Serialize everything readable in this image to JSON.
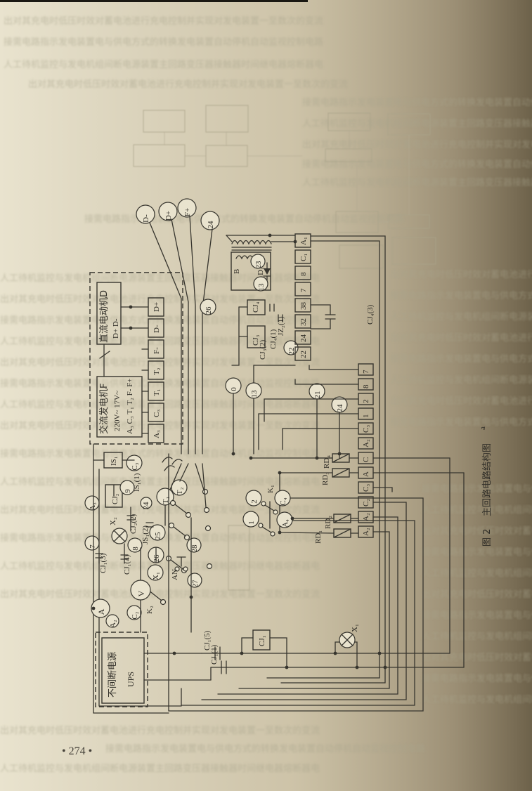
{
  "page": {
    "number_label": "• 274 •",
    "caption_fig": "图 2",
    "caption_title": "主回路电路结构图",
    "caption_note": "a"
  },
  "bleed": {
    "t1": "出对其充电时低压时效对蓄电池进行充电控制并实现对发电装置一至数次的变流",
    "t2": "接需电路指示发电装置电与供电方式的转换发电装置自动停机自动监视控制电路",
    "t3": "人工待机监控与发电机组间断电源装置主回路变压器接触器时间继电器熔断器电"
  },
  "diagram": {
    "machine": {
      "dc_label": "直流电动机D",
      "dc_terminals": "D+  D-",
      "ac_label": "交流发电机F",
      "ac_ratings": "220V~   17V~",
      "ac_terminals": "A₃ C₃ T₁ T₂  F- F+",
      "strip": [
        "D+",
        "D-",
        "F-",
        "T₂",
        "T₁",
        "C₃",
        "A₃"
      ]
    },
    "top_terminals": [
      "D-",
      "D+",
      "F+",
      "24"
    ],
    "transformer": {
      "label": "B",
      "diode": "D₁",
      "tag23": "23",
      "tag13": "13"
    },
    "contactors": {
      "cj4": "CJ₄",
      "cj3": "CJ₃",
      "cj3_contact": "CJ₃(2)",
      "cj4_contact": "CJ₄(1)",
      "jz2_contact": "JZ₂(1)",
      "cj4_contact3": "CJ₄(3)",
      "tag22": "22"
    },
    "strip1": [
      "A₁",
      "C₁",
      "8",
      "7",
      "38",
      "32",
      "24",
      "22"
    ],
    "strip2": [
      "7",
      "8",
      "2",
      "1",
      "C₃",
      "A₂",
      "C",
      "A",
      "C₃",
      "C₂",
      "A₂",
      "A₂"
    ],
    "wire_tags": {
      "t26": "26",
      "t0": "0",
      "t13": "13",
      "t21": "21",
      "t24": "24"
    },
    "fuses": [
      "RD₄",
      "RD₃",
      "RD₂",
      "RD₁"
    ],
    "k1": {
      "label": "K₁",
      "t2": "2",
      "t1": "1",
      "tc": "C₄",
      "ta": "A₄"
    },
    "js1": {
      "label_contact": "JS₁(2)",
      "tT1": "T₁",
      "tT2": "T₂",
      "tag24": "24",
      "tag25": "25",
      "tag26": "26",
      "tagX": "X₁",
      "tag27": "27",
      "tag28": "28",
      "an": "AN",
      "k2": "K₂"
    },
    "left": {
      "is1": "IS₁",
      "is1_contact": "IS₁(1)",
      "cj2": "CJ₂",
      "tag9": "9",
      "tagC3": "C₃",
      "tagA3": "A₃",
      "tag7": "7",
      "tag8": "8",
      "x2": "X₂",
      "cj2_contact": "CJ₂(2)",
      "cj1_contact3": "CJ₁(3)",
      "cj1_contact4": "CJ₁(4)"
    },
    "meters": {
      "v": "V",
      "a": "A",
      "a2": "A₂",
      "c2": "C₂"
    },
    "ups": {
      "title": "不间断电源",
      "abbr": "UPS"
    },
    "bottom": {
      "cj1": "CJ₁",
      "x1": "X₁",
      "cj1_c5": "CJ₁(5)",
      "cj1_c1": "CJ₁(1)"
    }
  }
}
